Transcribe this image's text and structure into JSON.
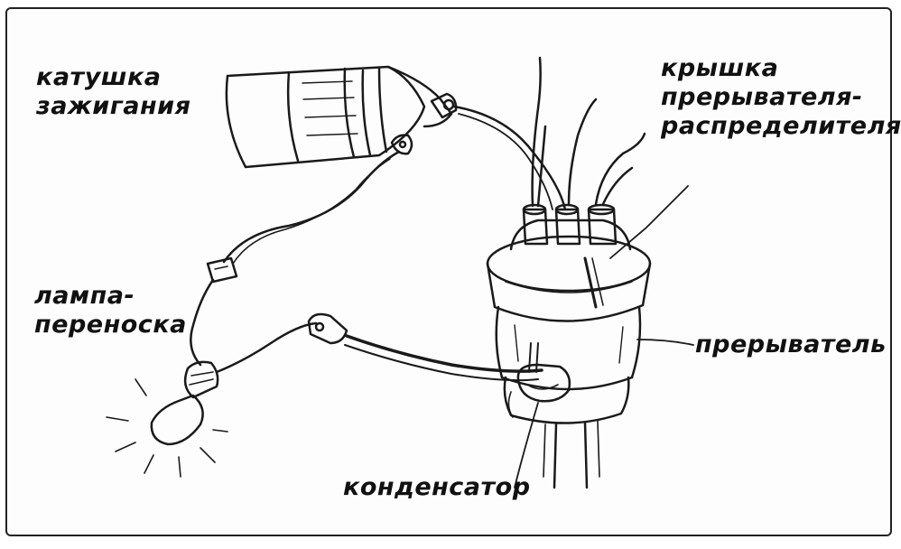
{
  "labels": {
    "coil": [
      "катушка",
      "зажигания"
    ],
    "lamp": [
      "лампа-",
      "переноска"
    ],
    "cap": [
      "крышка",
      "прерывателя-",
      "распределителя"
    ],
    "breaker": "прерыватель",
    "condenser": "конденсатор"
  }
}
